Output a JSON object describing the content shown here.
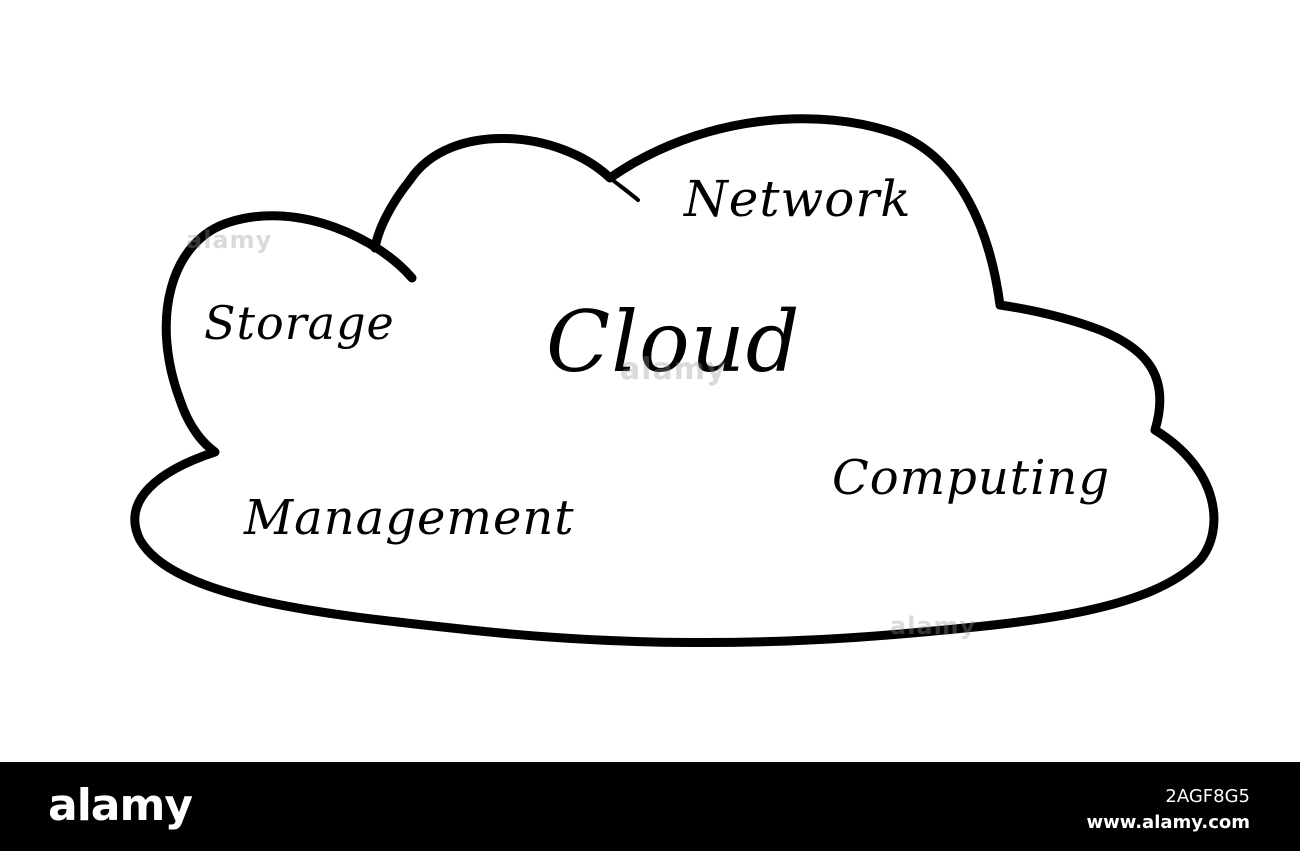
{
  "diagram": {
    "center_label": "Cloud",
    "labels": {
      "network": "Network",
      "storage": "Storage",
      "computing": "Computing",
      "management": "Management"
    },
    "watermark": "alamy"
  },
  "footer": {
    "logo": "alamy",
    "image_id": "2AGF8G5",
    "url": "www.alamy.com"
  },
  "colors": {
    "outline": "#000000",
    "background": "#ffffff",
    "footer_background": "#000000",
    "footer_text": "#ffffff"
  },
  "icons": {
    "cloud": "cloud-outline-icon"
  }
}
